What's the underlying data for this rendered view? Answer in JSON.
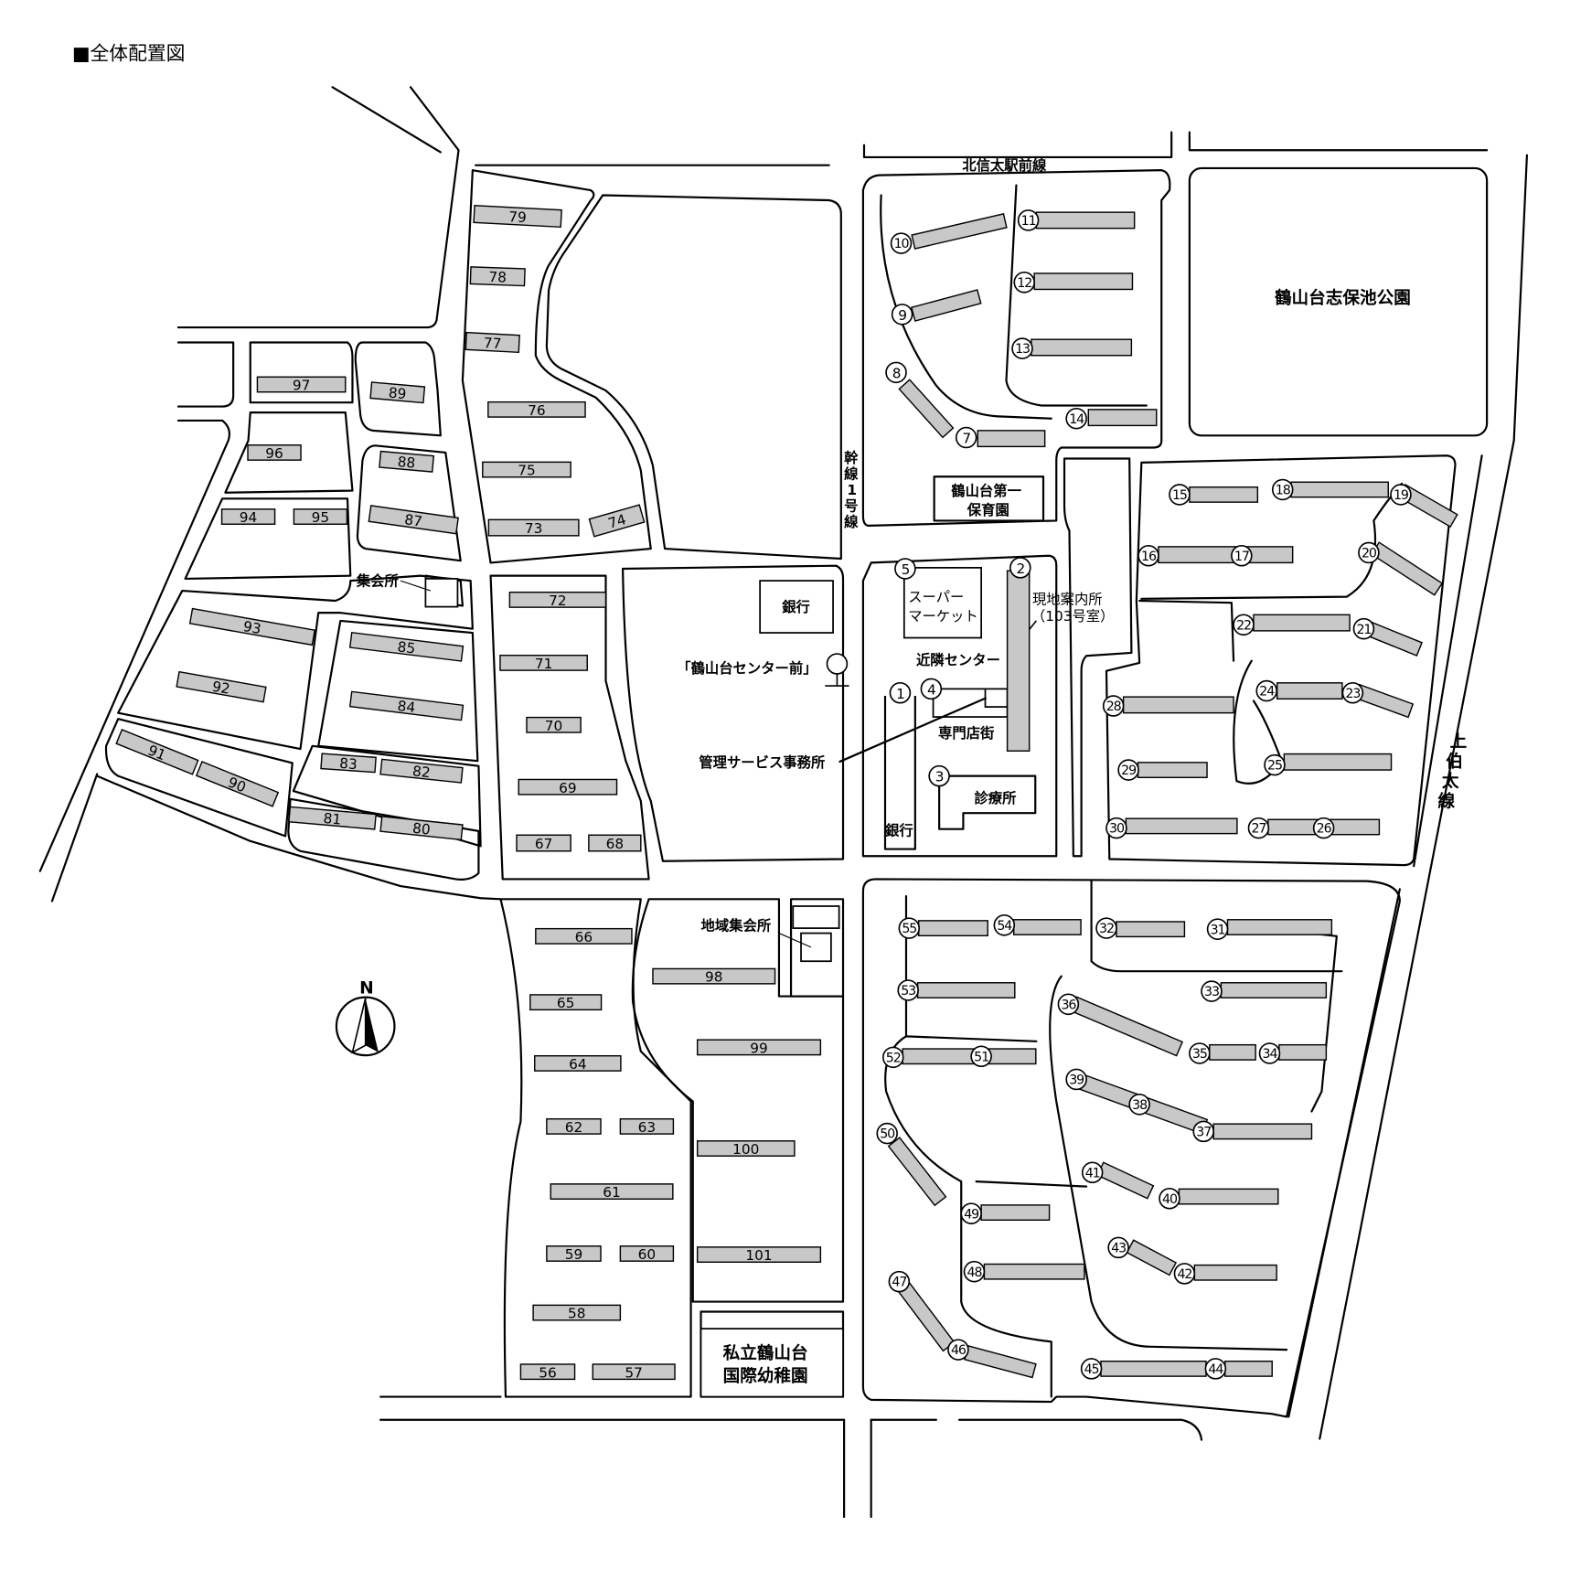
{
  "title": "■全体配置図",
  "labels": {
    "north_road": "北信太駅前線",
    "park": "鶴山台志保池公園",
    "trunk_road_1": "幹",
    "trunk_road_2": "線",
    "trunk_road_3": "1",
    "trunk_road_4": "号",
    "trunk_road_5": "線",
    "nursery_1": "鶴山台第一",
    "nursery_2": "保育園",
    "bank_west": "銀行",
    "supermarket_1": "スーパー",
    "supermarket_2": "マーケット",
    "info_office_1": "現地案内所",
    "info_office_2": "（103号室）",
    "neighborhood_center": "近隣センター",
    "bus_stop": "「鶴山台センター前」",
    "shopping_street": "専門店街",
    "management_office": "管理サービス事務所",
    "clinic": "診療所",
    "bank_center": "銀行",
    "east_road_1": "上",
    "east_road_2": "伯",
    "east_road_3": "太",
    "east_road_4": "線",
    "meeting_hall": "集会所",
    "community_hall": "地域集会所",
    "kindergarten_1": "私立鶴山台",
    "kindergarten_2": "国際幼稚園",
    "compass_north": "N"
  },
  "boxed_buildings": [
    "79",
    "78",
    "77",
    "76",
    "75",
    "73",
    "74",
    "72",
    "71",
    "70",
    "69",
    "67",
    "68",
    "66",
    "65",
    "64",
    "62",
    "63",
    "61",
    "59",
    "60",
    "58",
    "56",
    "57",
    "98",
    "99",
    "100",
    "101",
    "97",
    "96",
    "94",
    "95",
    "89",
    "88",
    "87",
    "93",
    "92",
    "91",
    "90",
    "85",
    "84",
    "83",
    "82",
    "81",
    "80"
  ],
  "circled_buildings": [
    "11",
    "10",
    "12",
    "9",
    "13",
    "8",
    "14",
    "7",
    "15",
    "18",
    "19",
    "16",
    "17",
    "20",
    "22",
    "21",
    "24",
    "23",
    "28",
    "25",
    "29",
    "30",
    "27",
    "26",
    "55",
    "54",
    "32",
    "31",
    "53",
    "33",
    "36",
    "35",
    "34",
    "52",
    "51",
    "39",
    "38",
    "37",
    "50",
    "41",
    "40",
    "49",
    "43",
    "42",
    "48",
    "47",
    "46",
    "45",
    "44",
    "2",
    "1",
    "4",
    "3",
    "5"
  ],
  "colors": {
    "building_fill": "#c8c8c8",
    "line": "#000000"
  }
}
